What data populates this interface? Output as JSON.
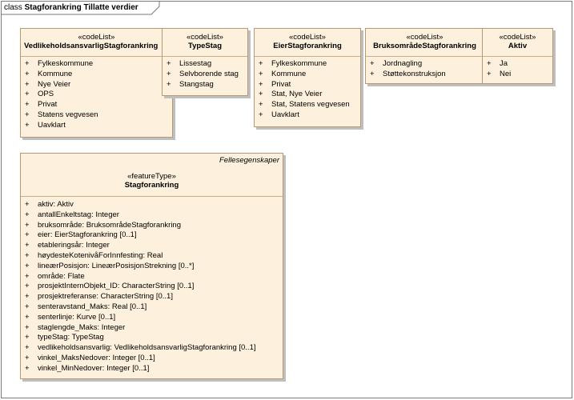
{
  "frame": {
    "keyword": "class",
    "title": "Stagforankring Tillatte verdier"
  },
  "codelists": [
    {
      "id": "vedlikeholdsansvarlig",
      "stereotype": "«codeList»",
      "name": "VedlikeholdsansvarligStagforankring",
      "items": [
        "Fylkeskommune",
        "Kommune",
        "Nye Veier",
        "OPS",
        "Privat",
        "Statens vegvesen",
        "Uavklart"
      ]
    },
    {
      "id": "typestag",
      "stereotype": "«codeList»",
      "name": "TypeStag",
      "items": [
        "Lissestag",
        "Selvborende stag",
        "Stangstag"
      ]
    },
    {
      "id": "eier",
      "stereotype": "«codeList»",
      "name": "EierStagforankring",
      "items": [
        "Fylkeskommune",
        "Kommune",
        "Privat",
        "Stat, Nye Veier",
        "Stat, Statens vegvesen",
        "Uavklart"
      ]
    },
    {
      "id": "bruksomrade",
      "stereotype": "«codeList»",
      "name": "BruksområdeStagforankring",
      "items": [
        "Jordnagling",
        "Støttekonstruksjon"
      ]
    },
    {
      "id": "aktiv",
      "stereotype": "«codeList»",
      "name": "Aktiv",
      "items": [
        "Ja",
        "Nei"
      ]
    }
  ],
  "feature": {
    "parent_label": "Fellesegenskaper",
    "stereotype": "«featureType»",
    "name": "Stagforankring",
    "attributes": [
      "aktiv: Aktiv",
      "antallEnkeltstag: Integer",
      "bruksområde: BruksområdeStagforankring",
      "eier: EierStagforankring [0..1]",
      "etableringsår: Integer",
      "høydesteKotenivåForInnfesting: Real",
      "lineærPosisjon: LineærPosisjonStrekning [0..*]",
      "område: Flate",
      "prosjektInternObjekt_ID: CharacterString [0..1]",
      "prosjektreferanse: CharacterString [0..1]",
      "senteravstand_Maks: Real [0..1]",
      "senterlinje: Kurve [0..1]",
      "staglengde_Maks: Integer",
      "typeStag: TypeStag",
      "vedlikeholdsansvarlig: VedlikeholdsansvarligStagforankring [0..1]",
      "vinkel_MaksNedover: Integer [0..1]",
      "vinkel_MinNedover: Integer [0..1]"
    ]
  },
  "visibility_symbol": "+"
}
